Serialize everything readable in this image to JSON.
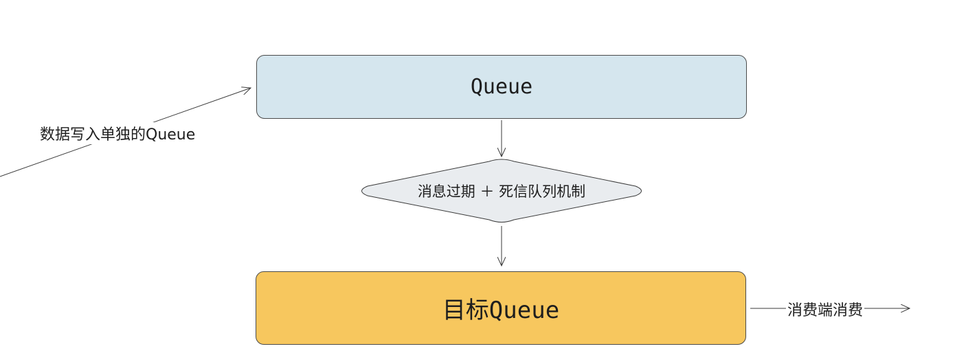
{
  "colors": {
    "queue_fill": "#d5e6ee",
    "decision_fill": "#e9ecef",
    "target_fill": "#f7c75e",
    "stroke": "#3a3a3a",
    "text": "#1e1e1e"
  },
  "nodes": {
    "queue": {
      "label": "Queue"
    },
    "decision": {
      "label": "消息过期 ＋ 死信队列机制"
    },
    "target_queue": {
      "label": "目标Queue"
    }
  },
  "edges": {
    "write": {
      "label": "数据写入单独的Queue"
    },
    "consume": {
      "label": "消费端消费"
    }
  }
}
